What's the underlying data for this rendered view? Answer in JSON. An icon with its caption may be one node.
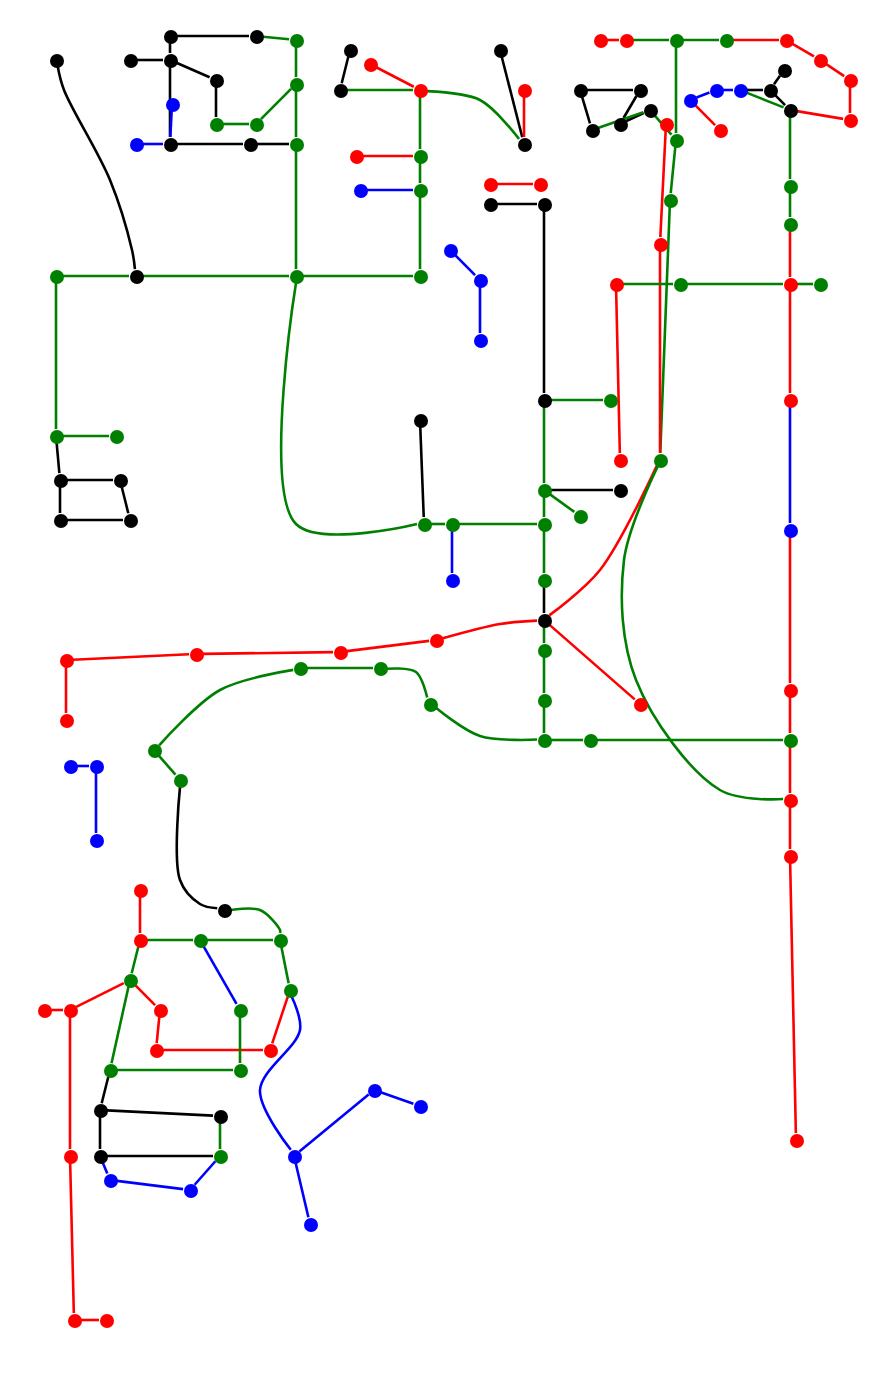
{
  "diagram": {
    "nodes": [
      {
        "text": [],
        "shape": "circle"
      },
      {
        "text": [],
        "shape": "circle"
      },
      {
        "text": [],
        "shape": "circle"
      },
      {
        "text": [],
        "shape": "circle"
      },
      {
        "text": [],
        "shape": "circle"
      },
      {
        "text": [],
        "shape": "circle"
      },
      {
        "text": [],
        "shape": "circle"
      },
      {
        "text": [],
        "shape": "circle"
      },
      {
        "text": [],
        "shape": "circle"
      },
      {
        "text": [],
        "shape": "circle"
      },
      {
        "text": [],
        "shape": "circle"
      },
      {
        "text": [],
        "shape": "circle"
      },
      {
        "text": [],
        "shape": "circle"
      },
      {
        "text": [],
        "shape": "circle"
      },
      {
        "text": [],
        "shape": "circle"
      },
      {
        "text": [],
        "shape": "circle"
      },
      {
        "text": [],
        "shape": "circle"
      },
      {
        "text": [],
        "shape": "circle"
      },
      {
        "text": [],
        "shape": "circle"
      },
      {
        "text": [],
        "shape": "circle"
      },
      {
        "text": [],
        "shape": "circle"
      },
      {
        "text": [],
        "shape": "circle"
      },
      {
        "text": [],
        "shape": "circle"
      },
      {
        "text": [],
        "shape": "circle"
      },
      {
        "text": [],
        "shape": "circle"
      },
      {
        "text": [],
        "shape": "circle"
      },
      {
        "text": [],
        "shape": "circle"
      },
      {
        "text": [],
        "shape": "circle"
      },
      {
        "text": [],
        "shape": "circle"
      },
      {
        "text": [],
        "shape": "circle"
      },
      {
        "text": [],
        "shape": "circle"
      },
      {
        "text": [],
        "shape": "circle"
      },
      {
        "text": [],
        "shape": "circle"
      },
      {
        "text": [],
        "shape": "circle"
      },
      {
        "text": [],
        "shape": "circle"
      },
      {
        "text": [],
        "shape": "circle"
      },
      {
        "text": [],
        "shape": "circle"
      },
      {
        "text": [],
        "shape": "circle"
      },
      {
        "text": [],
        "shape": "circle"
      },
      {
        "text": [],
        "shape": "circle"
      },
      {
        "text": [],
        "shape": "circle"
      },
      {
        "text": [],
        "shape": "circle"
      },
      {
        "text": [],
        "shape": "circle"
      },
      {
        "text": [],
        "shape": "circle"
      },
      {
        "text": [],
        "shape": "circle"
      },
      {
        "text": [],
        "shape": "circle"
      },
      {
        "text": [],
        "shape": "circle"
      },
      {
        "text": [],
        "shape": "circle"
      },
      {
        "text": [],
        "shape": "circle"
      },
      {
        "text": [],
        "shape": "circle"
      },
      {
        "text": [],
        "shape": "circle"
      },
      {
        "text": [],
        "shape": "circle"
      },
      {
        "text": [],
        "shape": "circle"
      },
      {
        "text": [],
        "shape": "circle"
      },
      {
        "text": [],
        "shape": "circle"
      },
      {
        "text": [],
        "shape": "circle"
      },
      {
        "text": [],
        "shape": "circle"
      },
      {
        "text": [],
        "shape": "circle"
      },
      {
        "text": [],
        "shape": "circle"
      },
      {
        "text": [],
        "shape": "circle"
      },
      {
        "text": [],
        "shape": "circle"
      },
      {
        "text": [],
        "shape": "circle"
      },
      {
        "text": [],
        "shape": "circle"
      },
      {
        "text": [],
        "shape": "circle"
      },
      {
        "text": [],
        "shape": "circle"
      },
      {
        "text": [],
        "shape": "circle"
      },
      {
        "text": [],
        "shape": "circle"
      },
      {
        "text": [],
        "shape": "circle"
      },
      {
        "text": [],
        "shape": "circle"
      },
      {
        "text": [],
        "shape": "circle"
      },
      {
        "text": [],
        "shape": "circle"
      },
      {
        "text": [],
        "shape": "circle"
      },
      {
        "text": [],
        "shape": "circle"
      },
      {
        "text": [],
        "shape": "circle"
      },
      {
        "text": [],
        "shape": "circle"
      },
      {
        "text": [],
        "shape": "circle"
      },
      {
        "text": [],
        "shape": "circle"
      },
      {
        "text": [],
        "shape": "circle"
      },
      {
        "text": [],
        "shape": "circle"
      },
      {
        "text": [],
        "shape": "circle"
      },
      {
        "text": [],
        "shape": "circle"
      },
      {
        "text": [],
        "shape": "circle"
      },
      {
        "text": [],
        "shape": "circle"
      },
      {
        "text": [],
        "shape": "circle"
      },
      {
        "text": [],
        "shape": "circle"
      },
      {
        "text": [],
        "shape": "circle"
      },
      {
        "text": [],
        "shape": "circle"
      },
      {
        "text": [],
        "shape": "circle"
      },
      {
        "text": [],
        "shape": "circle"
      },
      {
        "text": [],
        "shape": "circle"
      },
      {
        "text": [],
        "shape": "circle"
      },
      {
        "text": [],
        "shape": "circle"
      },
      {
        "text": [],
        "shape": "circle"
      },
      {
        "text": [],
        "shape": "circle"
      },
      {
        "text": [],
        "shape": "circle"
      },
      {
        "text": [],
        "shape": "circle"
      },
      {
        "text": [],
        "shape": "circle"
      },
      {
        "text": [],
        "shape": "circle"
      },
      {
        "text": [],
        "shape": "circle"
      },
      {
        "text": [],
        "shape": "circle"
      },
      {
        "text": [],
        "shape": "circle"
      },
      {
        "text": [],
        "shape": "circle"
      },
      {
        "text": [],
        "shape": "circle"
      },
      {
        "text": [],
        "shape": "circle"
      },
      {
        "text": [],
        "shape": "circle"
      },
      {
        "text": [],
        "shape": "circle"
      },
      {
        "text": [],
        "shape": "circle"
      },
      {
        "text": [],
        "shape": "circle"
      },
      {
        "text": [],
        "shape": "circle"
      },
      {
        "text": [],
        "shape": "circle"
      },
      {
        "text": [],
        "shape": "circle"
      },
      {
        "text": [],
        "shape": "circle"
      },
      {
        "text": [],
        "shape": "circle"
      },
      {
        "text": [],
        "shape": "circle"
      },
      {
        "text": [],
        "shape": "circle"
      },
      {
        "text": [],
        "shape": "circle"
      },
      {
        "text": [],
        "shape": "circle"
      },
      {
        "text": [],
        "shape": "circle"
      },
      {
        "text": [],
        "shape": "circle"
      },
      {
        "text": [],
        "shape": "circle"
      },
      {
        "text": [],
        "shape": "circle"
      },
      {
        "text": [],
        "shape": "circle"
      },
      {
        "text": [],
        "shape": "circle"
      },
      {
        "text": [],
        "shape": "circle"
      },
      {
        "text": [],
        "shape": "circle"
      },
      {
        "text": [],
        "shape": "circle"
      },
      {
        "text": [],
        "shape": "circle"
      },
      {
        "text": [],
        "shape": "circle"
      },
      {
        "text": [],
        "shape": "circle"
      },
      {
        "text": [],
        "shape": "circle"
      },
      {
        "text": [],
        "shape": "circle"
      },
      {
        "text": [],
        "shape": "circle"
      },
      {
        "text": [],
        "shape": "circle"
      },
      {
        "text": [],
        "shape": "circle"
      },
      {
        "text": [],
        "shape": "circle"
      },
      {
        "text": [],
        "shape": "circle"
      },
      {
        "text": [],
        "shape": "circle"
      },
      {
        "text": [],
        "shape": "circle"
      },
      {
        "text": [],
        "shape": "circle"
      },
      {
        "text": [],
        "shape": "circle"
      }
    ],
    "edges": [
      {
        "from": 0,
        "to": 2,
        "arrow": "none",
        "color": "#000000"
      },
      {
        "from": 1,
        "to": 2,
        "arrow": "none"
      },
      {
        "from": 2,
        "to": 3,
        "arrow": "none"
      },
      {
        "from": 3,
        "to": 4,
        "arrow": "none"
      },
      {
        "from": 1,
        "to": 5,
        "arrow": "none"
      },
      {
        "from": 5,
        "to": 6,
        "arrow": "none"
      },
      {
        "from": 7,
        "to": 20,
        "arrow": "none"
      },
      {
        "from": 20,
        "to": 13,
        "arrow": "none"
      },
      {
        "from": 13,
        "to": 3,
        "arrow": "none"
      },
      {
        "from": 3,
        "to": 44,
        "arrow": "none"
      },
      {
        "from": 44,
        "to": 46,
        "arrow": "none"
      },
      {
        "from": 46,
        "to": 47,
        "arrow": "none"
      },
      {
        "from": 46,
        "to": 45,
        "arrow": "none",
        "color": "#0000ff"
      },
      {
        "from": 43,
        "to": 44,
        "arrow": "none",
        "color": "#000000"
      },
      {
        "from": 8,
        "to": 15,
        "arrow": "none",
        "color": "#000000"
      },
      {
        "from": 15,
        "to": 7,
        "arrow": "none"
      },
      {
        "from": 8,
        "to": 9,
        "arrow": "none",
        "color": "#000000"
      },
      {
        "from": 10,
        "to": 9,
        "arrow": "none",
        "color": "#000000"
      },
      {
        "from": 9,
        "to": 11,
        "arrow": "none",
        "color": "#000000"
      },
      {
        "from": 11,
        "to": 12,
        "arrow": "none",
        "color": "#000000"
      },
      {
        "from": 12,
        "to": 13,
        "arrow": "none",
        "color": "#000000"
      },
      {
        "from": 14,
        "to": 9,
        "arrow": "none",
        "color": "#000000"
      },
      {
        "from": 16,
        "to": 11,
        "arrow": "none",
        "color": "#0000ff"
      },
      {
        "from": 17,
        "to": 11,
        "arrow": "none",
        "color": "#0000ff"
      },
      {
        "from": 18,
        "to": 19,
        "arrow": "none"
      },
      {
        "from": 19,
        "to": 20,
        "arrow": "none"
      },
      {
        "from": 14,
        "to": 18,
        "arrow": "none",
        "color": "#000000"
      },
      {
        "from": 21,
        "to": 22,
        "arrow": "none",
        "color": "#000000"
      },
      {
        "from": 21,
        "to": 23,
        "arrow": "none",
        "color": "#000000"
      },
      {
        "from": 23,
        "to": 24,
        "arrow": "none",
        "color": "#000000"
      },
      {
        "from": 22,
        "to": 24,
        "arrow": "none",
        "color": "#000000"
      },
      {
        "from": 5,
        "to": 21,
        "arrow": "none",
        "color": "#000000"
      },
      {
        "from": 25,
        "to": 27,
        "arrow": "none",
        "color": "#000000"
      },
      {
        "from": 26,
        "to": 28,
        "arrow": "none",
        "color": "#ff0000"
      },
      {
        "from": 27,
        "to": 28,
        "arrow": "none"
      },
      {
        "from": 28,
        "to": 33,
        "arrow": "none"
      },
      {
        "from": 33,
        "to": 35,
        "arrow": "none"
      },
      {
        "from": 35,
        "to": 4,
        "arrow": "none"
      },
      {
        "from": 29,
        "to": 31,
        "arrow": "none",
        "color": "#000000"
      },
      {
        "from": 30,
        "to": 31,
        "arrow": "none",
        "color": "#ff0000"
      },
      {
        "from": 31,
        "to": 28,
        "arrow": "none"
      },
      {
        "from": 32,
        "to": 33,
        "arrow": "none",
        "color": "#ff0000"
      },
      {
        "from": 34,
        "to": 35,
        "arrow": "none",
        "color": "#0000ff"
      },
      {
        "from": 36,
        "to": 37,
        "arrow": "none",
        "color": "#ff0000"
      },
      {
        "from": 38,
        "to": 39,
        "arrow": "none",
        "color": "#000000"
      },
      {
        "from": 40,
        "to": 41,
        "arrow": "none",
        "color": "#0000ff"
      },
      {
        "from": 41,
        "to": 42,
        "arrow": "none",
        "color": "#0000ff"
      },
      {
        "from": 39,
        "to": 85,
        "arrow": "none",
        "color": "#000000"
      },
      {
        "from": 85,
        "to": 86,
        "arrow": "none"
      },
      {
        "from": 82,
        "to": 87,
        "arrow": "none",
        "color": "#ff0000"
      },
      {
        "from": 85,
        "to": 88,
        "arrow": "none"
      },
      {
        "from": 88,
        "to": 89,
        "arrow": "none",
        "color": "#000000"
      },
      {
        "from": 88,
        "to": 90,
        "arrow": "none"
      },
      {
        "from": 88,
        "to": 47,
        "arrow": "none"
      },
      {
        "from": 47,
        "to": 92,
        "arrow": "none"
      },
      {
        "from": 92,
        "to": 93,
        "arrow": "none",
        "color": "#000000"
      },
      {
        "from": 93,
        "to": 94,
        "arrow": "none"
      },
      {
        "from": 94,
        "to": 95,
        "arrow": "none"
      },
      {
        "from": 95,
        "to": 96,
        "arrow": "none"
      },
      {
        "from": 96,
        "to": 97,
        "arrow": "none"
      },
      {
        "from": 97,
        "to": 74,
        "arrow": "none"
      },
      {
        "from": 48,
        "to": 49,
        "arrow": "none",
        "color": "#ff0000"
      },
      {
        "from": 49,
        "to": 50,
        "arrow": "none"
      },
      {
        "from": 50,
        "to": 51,
        "arrow": "none"
      },
      {
        "from": 51,
        "to": 52,
        "arrow": "none",
        "color": "#ff0000"
      },
      {
        "from": 52,
        "to": 64,
        "arrow": "none",
        "color": "#ff0000"
      },
      {
        "from": 53,
        "to": 56,
        "arrow": "none",
        "color": "#000000"
      },
      {
        "from": 54,
        "to": 53,
        "arrow": "none",
        "color": "#000000"
      },
      {
        "from": 54,
        "to": 55,
        "arrow": "none",
        "color": "#000000"
      },
      {
        "from": 55,
        "to": 57,
        "arrow": "none",
        "color": "#000000"
      },
      {
        "from": 56,
        "to": 57,
        "arrow": "none"
      },
      {
        "from": 57,
        "to": 78,
        "arrow": "none"
      },
      {
        "from": 58,
        "to": 59,
        "arrow": "none",
        "color": "#0000ff"
      },
      {
        "from": 59,
        "to": 60,
        "arrow": "none",
        "color": "#0000ff"
      },
      {
        "from": 60,
        "to": 61,
        "arrow": "none",
        "color": "#000000"
      },
      {
        "from": 61,
        "to": 62,
        "arrow": "none",
        "color": "#000000"
      },
      {
        "from": 61,
        "to": 63,
        "arrow": "none",
        "color": "#000000"
      },
      {
        "from": 60,
        "to": 63,
        "arrow": "none"
      },
      {
        "from": 63,
        "to": 68,
        "arrow": "none"
      },
      {
        "from": 68,
        "to": 69,
        "arrow": "none"
      },
      {
        "from": 69,
        "to": 70,
        "arrow": "none",
        "color": "#ff0000"
      },
      {
        "from": 70,
        "to": 71,
        "arrow": "none",
        "color": "#ff0000"
      },
      {
        "from": 71,
        "to": 72,
        "arrow": "none",
        "color": "#0000ff"
      },
      {
        "from": 72,
        "to": 73,
        "arrow": "none",
        "color": "#ff0000"
      },
      {
        "from": 73,
        "to": 74,
        "arrow": "none",
        "color": "#ff0000"
      },
      {
        "from": 74,
        "to": 75,
        "arrow": "none",
        "color": "#ff0000"
      },
      {
        "from": 75,
        "to": 76,
        "arrow": "none",
        "color": "#ff0000"
      },
      {
        "from": 76,
        "to": 77,
        "arrow": "none",
        "color": "#ff0000"
      },
      {
        "from": 64,
        "to": 65,
        "arrow": "none",
        "color": "#ff0000"
      },
      {
        "from": 65,
        "to": 66,
        "arrow": "none",
        "color": "#ff0000"
      },
      {
        "from": 66,
        "to": 63,
        "arrow": "none",
        "color": "#ff0000"
      },
      {
        "from": 67,
        "to": 58,
        "arrow": "none",
        "color": "#ff0000"
      },
      {
        "from": 50,
        "to": 78,
        "arrow": "none"
      },
      {
        "from": 78,
        "to": 79,
        "arrow": "none"
      },
      {
        "from": 79,
        "to": 91,
        "arrow": "none"
      },
      {
        "from": 80,
        "to": 81,
        "arrow": "none",
        "color": "#ff0000"
      },
      {
        "from": 81,
        "to": 91,
        "arrow": "none",
        "color": "#ff0000"
      },
      {
        "from": 91,
        "to": 93,
        "arrow": "none",
        "color": "#ff0000"
      },
      {
        "from": 93,
        "to": 98,
        "arrow": "none",
        "color": "#ff0000"
      },
      {
        "from": 91,
        "to": 75,
        "arrow": "none"
      },
      {
        "from": 82,
        "to": 83,
        "arrow": "none"
      },
      {
        "from": 83,
        "to": 70,
        "arrow": "none"
      },
      {
        "from": 70,
        "to": 84,
        "arrow": "none"
      },
      {
        "from": 99,
        "to": 100,
        "arrow": "none",
        "color": "#ff0000"
      },
      {
        "from": 99,
        "to": 101,
        "arrow": "none",
        "color": "#ff0000"
      },
      {
        "from": 101,
        "to": 102,
        "arrow": "none",
        "color": "#ff0000"
      },
      {
        "from": 102,
        "to": 103,
        "arrow": "none",
        "color": "#ff0000"
      },
      {
        "from": 103,
        "to": 93,
        "arrow": "none",
        "color": "#ff0000"
      },
      {
        "from": 104,
        "to": 105,
        "arrow": "none"
      },
      {
        "from": 105,
        "to": 106,
        "arrow": "none"
      },
      {
        "from": 106,
        "to": 107,
        "arrow": "none"
      },
      {
        "from": 107,
        "to": 96,
        "arrow": "none"
      },
      {
        "from": 108,
        "to": 109,
        "arrow": "none",
        "color": "#0000ff"
      },
      {
        "from": 109,
        "to": 110,
        "arrow": "none",
        "color": "#0000ff"
      },
      {
        "from": 104,
        "to": 111,
        "arrow": "none"
      },
      {
        "from": 111,
        "to": 112,
        "arrow": "none",
        "color": "#000000"
      },
      {
        "from": 112,
        "to": 116,
        "arrow": "none"
      },
      {
        "from": 113,
        "to": 114,
        "arrow": "none",
        "color": "#ff0000"
      },
      {
        "from": 114,
        "to": 115,
        "arrow": "none"
      },
      {
        "from": 115,
        "to": 116,
        "arrow": "none"
      },
      {
        "from": 116,
        "to": 117,
        "arrow": "none"
      },
      {
        "from": 114,
        "to": 118,
        "arrow": "none"
      },
      {
        "from": 118,
        "to": 119,
        "arrow": "none",
        "color": "#ff0000"
      },
      {
        "from": 120,
        "to": 121,
        "arrow": "none",
        "color": "#ff0000"
      },
      {
        "from": 121,
        "to": 118,
        "arrow": "none",
        "color": "#ff0000"
      },
      {
        "from": 121,
        "to": 122,
        "arrow": "none",
        "color": "#ff0000"
      },
      {
        "from": 122,
        "to": 123,
        "arrow": "none",
        "color": "#ff0000"
      },
      {
        "from": 123,
        "to": 124,
        "arrow": "none",
        "color": "#ff0000"
      },
      {
        "from": 119,
        "to": 125,
        "arrow": "none",
        "color": "#ff0000"
      },
      {
        "from": 125,
        "to": 126,
        "arrow": "none",
        "color": "#ff0000"
      },
      {
        "from": 117,
        "to": 126,
        "arrow": "none",
        "color": "#ff0000"
      },
      {
        "from": 118,
        "to": 128,
        "arrow": "none"
      },
      {
        "from": 128,
        "to": 129,
        "arrow": "none"
      },
      {
        "from": 129,
        "to": 127,
        "arrow": "none"
      },
      {
        "from": 127,
        "to": 115,
        "arrow": "none",
        "color": "#0000ff"
      },
      {
        "from": 128,
        "to": 130,
        "arrow": "none",
        "color": "#000000"
      },
      {
        "from": 130,
        "to": 131,
        "arrow": "none",
        "color": "#000000"
      },
      {
        "from": 130,
        "to": 132,
        "arrow": "none",
        "color": "#000000"
      },
      {
        "from": 131,
        "to": 133,
        "arrow": "none"
      },
      {
        "from": 132,
        "to": 133,
        "arrow": "none",
        "color": "#000000"
      },
      {
        "from": 132,
        "to": 134,
        "arrow": "none",
        "color": "#0000ff"
      },
      {
        "from": 134,
        "to": 135,
        "arrow": "none",
        "color": "#0000ff"
      },
      {
        "from": 135,
        "to": 133,
        "arrow": "none",
        "color": "#0000ff"
      },
      {
        "from": 117,
        "to": 136,
        "arrow": "none",
        "color": "#0000ff"
      },
      {
        "from": 136,
        "to": 137,
        "arrow": "none",
        "color": "#0000ff"
      },
      {
        "from": 136,
        "to": 138,
        "arrow": "none",
        "color": "#0000ff"
      },
      {
        "from": 138,
        "to": 139,
        "arrow": "none",
        "color": "#0000ff"
      }
    ]
  }
}
